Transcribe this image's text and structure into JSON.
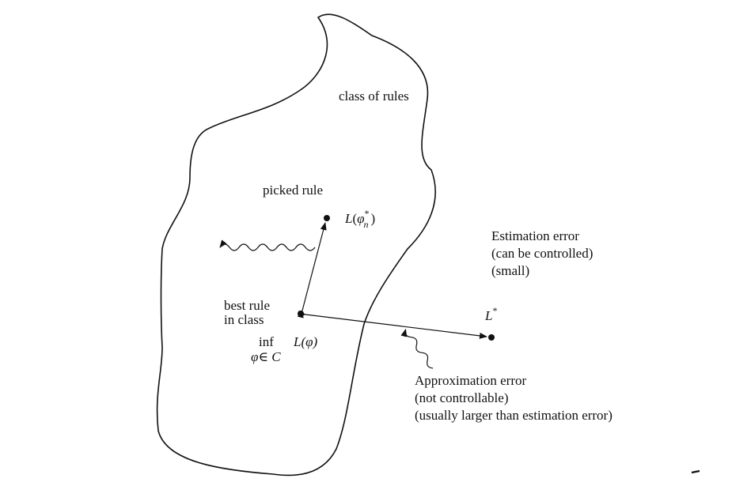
{
  "labels": {
    "class_of_rules": "class of rules",
    "picked_rule": "picked rule",
    "L_phi_n_star": {
      "L": "L",
      "open": "(",
      "phi": "φ",
      "sup": "*",
      "sub": "n",
      "close": ")"
    },
    "best_rule_line1": "best rule",
    "best_rule_line2": "in class",
    "inf": "inf",
    "inf_sub": "φ∈ C",
    "L_phi": "L(φ)",
    "L_star": {
      "L": "L",
      "sup": "*"
    },
    "estimation": [
      "Estimation error",
      "(can be controlled)",
      "(small)"
    ],
    "approximation": [
      "Approximation error",
      "(not controllable)",
      "(usually larger than estimation error)"
    ]
  },
  "points": {
    "picked_rule": "L(φn*)",
    "best_rule": "inf L(φ)",
    "bayes": "L*"
  },
  "colors": {
    "ink": "#111111",
    "background": "#ffffff"
  }
}
